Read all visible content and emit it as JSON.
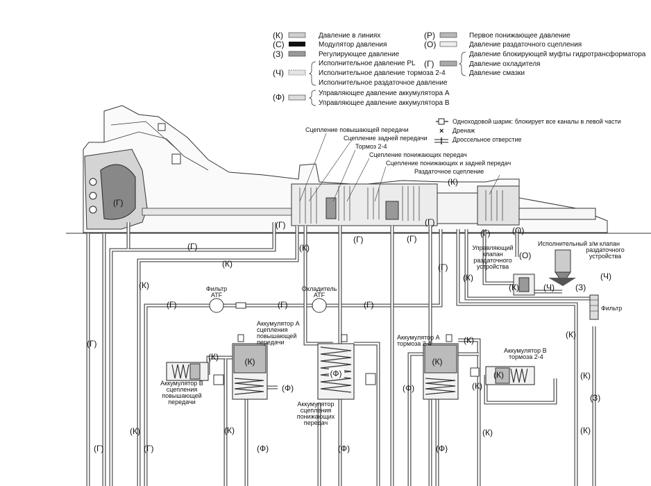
{
  "legend": {
    "items": [
      {
        "code": "(К)",
        "label": "Давление в линиях",
        "swatch": "#cfcfcf"
      },
      {
        "code": "(С)",
        "label": "Модулятор давления",
        "swatch": "#111111"
      },
      {
        "code": "(З)",
        "label": "Регулирующее давление",
        "swatch": "#9a9a9a"
      },
      {
        "code": "(Ч)",
        "label": "Исполнительное давление PL",
        "swatch": "#e4e4e4"
      },
      {
        "code": "",
        "label": "Исполнительное давление тормоза 2-4",
        "swatch": ""
      },
      {
        "code": "",
        "label": "Исполнительное раздаточное давление",
        "swatch": ""
      },
      {
        "code": "(Ф)",
        "label": "Управляющее давление аккумулятора А",
        "swatch": "#dcdcdc"
      },
      {
        "code": "",
        "label": "Управляющее давление аккумулятора В",
        "swatch": ""
      },
      {
        "code": "(Р)",
        "label": "Первое понижающее давление",
        "swatch": "#b8b8b8"
      },
      {
        "code": "(О)",
        "label": "Давление раздаточного сцепления",
        "swatch": "#eeeeee"
      },
      {
        "code": "",
        "label": "Давление блокирующей муфты гидротрансформатора",
        "swatch": ""
      },
      {
        "code": "(Г)",
        "label": "Давление охладителя",
        "swatch": "#aaaaaa"
      },
      {
        "code": "",
        "label": "Давление смазки",
        "swatch": ""
      }
    ],
    "symbols": [
      {
        "icon": "check-ball-icon",
        "label": "Одноходовой шарик: блокирует все каналы в левой части"
      },
      {
        "icon": "drain-icon",
        "label": "Дренаж"
      },
      {
        "icon": "orifice-icon",
        "label": "Дроссельное отверстие"
      }
    ]
  },
  "components": {
    "upshift_clutch": "Сцепление повышающей передачи",
    "reverse_clutch": "Сцепление задней передачи",
    "brake_24": "Тормоз 2-4",
    "downshift_clutch": "Сцепление понижающих передач",
    "low_reverse_clutch": "Сцепление понижающих и задней передач",
    "transfer_clutch": "Раздаточное сцепление",
    "transfer_control_valve": [
      "Управляющий",
      "клапан",
      "раздаточного",
      "устройства"
    ],
    "transfer_solenoid": [
      "Исполнительный з/м клапан",
      "раздаточного",
      "устройства"
    ],
    "filter": "Фильтр",
    "atf_filter": [
      "Фильтр",
      "ATF"
    ],
    "atf_cooler": [
      "Охладитель",
      "ATF"
    ],
    "acc_a_upshift": [
      "Аккумулятор А",
      "сцепления",
      "повышающей",
      "передачи"
    ],
    "acc_b_upshift": [
      "Аккумулятор В",
      "сцепления",
      "повышающей",
      "передачи"
    ],
    "acc_downshift": [
      "Аккумулятор",
      "сцепления",
      "понижающих",
      "передач"
    ],
    "acc_a_brake": [
      "Аккумулятор А",
      "тормоза 2-4"
    ],
    "acc_b_brake": [
      "Аккумулятор В",
      "тормоза 2-4"
    ]
  },
  "line_codes": {
    "k": "(К)",
    "g": "(Г)",
    "f": "(Ф)",
    "o": "(О)",
    "ch": "(Ч)",
    "z": "(З)"
  }
}
